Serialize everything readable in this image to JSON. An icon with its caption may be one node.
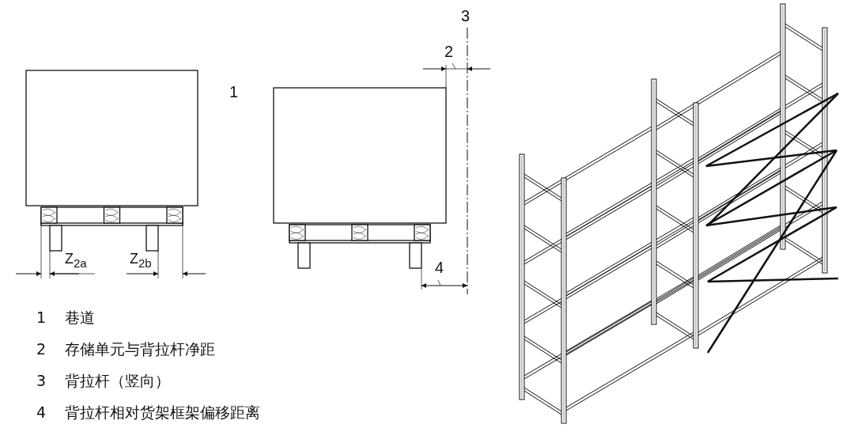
{
  "diagram": {
    "labels": [
      "3",
      "2",
      "1",
      "Z$_{2a}$",
      "Z$_{2b}$",
      "4",
      "1",
      "巷道",
      "2",
      "存储单元与背拉杆净距",
      "3",
      "背拉杆（竖向）",
      "4",
      "背拉杆相对货架框架偏移距离"
    ]
  }
}
